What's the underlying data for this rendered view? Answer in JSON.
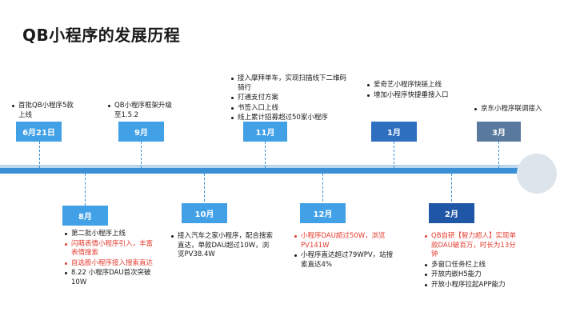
{
  "title": "QB小程序的发展历程",
  "colors": {
    "timeline": "#3a8fd6",
    "box_light": "#42a0e6",
    "box_dark": "#1f56a6",
    "highlight_red": "#e33c2f"
  },
  "top_events": [
    {
      "label": "6月21日",
      "items": [
        {
          "text": "首批QB小程序5款上线",
          "highlight": false
        }
      ]
    },
    {
      "label": "9月",
      "items": [
        {
          "text": "QB小程序框架升级至1.5.2",
          "highlight": false
        }
      ]
    },
    {
      "label": "11月",
      "items": [
        {
          "text": "接入摩拜单车，实现扫描线下二维码骑行",
          "highlight": false
        },
        {
          "text": "打通支付方案",
          "highlight": false
        },
        {
          "text": "书签入口上线",
          "highlight": false
        },
        {
          "text": "线上累计招募超过50家小程序",
          "highlight": false
        }
      ]
    },
    {
      "label": "1月",
      "items": [
        {
          "text": "爱奇艺小程序快链上线",
          "highlight": false
        },
        {
          "text": "增加小程序快捷垂搜入口",
          "highlight": false
        }
      ]
    },
    {
      "label": "3月",
      "items": [
        {
          "text": "京东小程序联调接入",
          "highlight": false
        }
      ]
    }
  ],
  "bottom_events": [
    {
      "label": "8月",
      "items": [
        {
          "text": "第二批小程序上线",
          "highlight": false
        },
        {
          "text": "闪萌表情小程序引入，丰富表情搜索",
          "highlight": true
        },
        {
          "text": "自选股小程序接入搜索直达",
          "highlight": true
        },
        {
          "text": "8.22 小程序DAU首次突破10W",
          "highlight": false
        }
      ]
    },
    {
      "label": "10月",
      "items": [
        {
          "text": "接入汽车之家小程序，配合搜索直达，单款DAU超过10W，浏览PV38.4W",
          "highlight": false
        }
      ]
    },
    {
      "label": "12月",
      "items": [
        {
          "text": "小程序DAU超过50W，浏览PV141W",
          "highlight": true
        },
        {
          "text": "小程序直达超过79WPV，站搜索直达4%",
          "highlight": false
        }
      ]
    },
    {
      "label": "2月",
      "items": [
        {
          "text": "QB自研【智力超人】实现单款DAU破百万，时长为13分钟",
          "highlight": true
        },
        {
          "text": "多窗口任务栏上线",
          "highlight": false
        },
        {
          "text": "开放内嵌H5能力",
          "highlight": false
        },
        {
          "text": "开放小程序拉起APP能力",
          "highlight": false
        }
      ]
    }
  ]
}
